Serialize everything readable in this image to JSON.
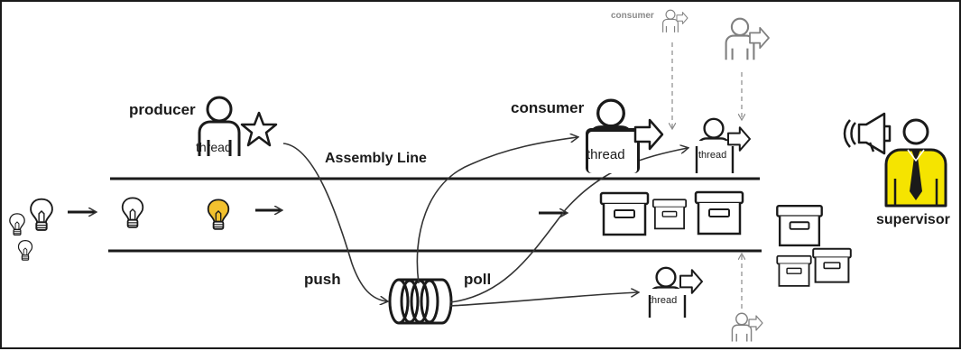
{
  "labels": {
    "producer": "producer",
    "consumer_main": "consumer",
    "consumer_small": "consumer",
    "assembly_line": "Assembly Line",
    "push": "push",
    "poll": "poll",
    "supervisor": "supervisor"
  },
  "thread_labels": {
    "producer": "thread",
    "consumer_main": "thread",
    "consumer_upper": "thread",
    "consumer_lower": "thread"
  },
  "icons": {
    "person": "person-icon",
    "star": "star-icon",
    "arrow_box": "arrow-box-icon",
    "bulb": "light-bulb-icon",
    "box": "cardboard-box-icon",
    "queue": "queue-cylinder-icon",
    "megaphone": "megaphone-icon",
    "tie": "tie-icon"
  },
  "colors": {
    "ink": "#1a1a1a",
    "bulb_lit": "#f2c12e",
    "supervisor_shirt": "#f5e400",
    "dashed": "#8a8a8a"
  }
}
